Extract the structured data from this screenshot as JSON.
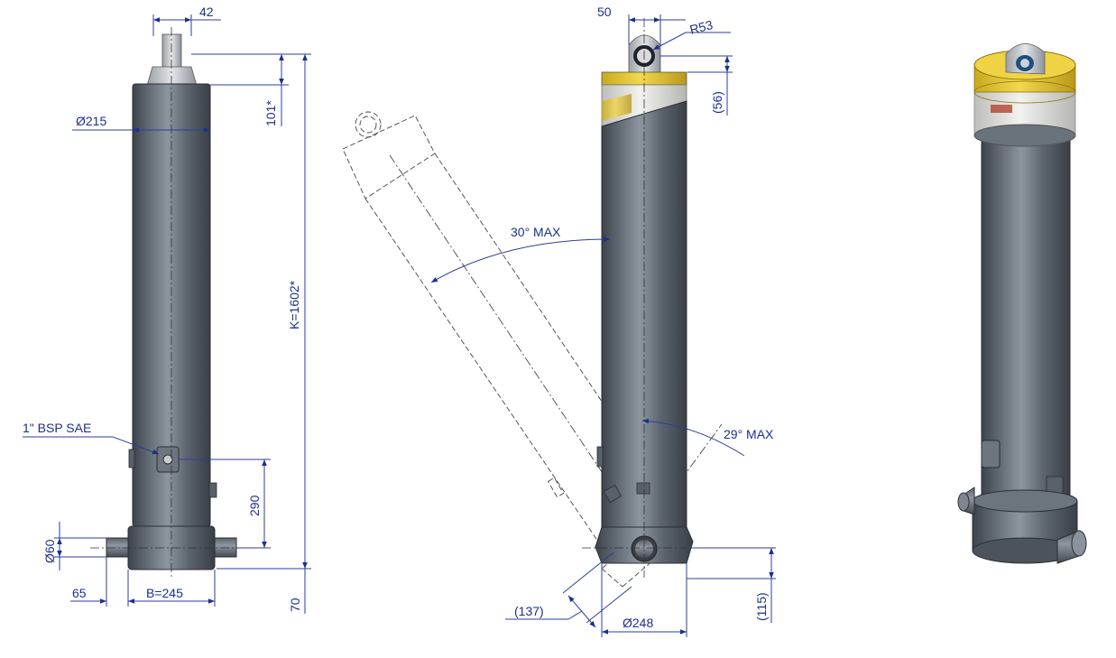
{
  "front_view": {
    "dim_top_width": "42",
    "dim_diameter": "Ø215",
    "dim_top_offset": "101*",
    "dim_overall": "K=1602*",
    "port_label": "1\" BSP SAE",
    "dim_port_height": "290",
    "dim_pin_diameter": "Ø60",
    "dim_pin_left": "65",
    "dim_base_width": "B=245",
    "dim_base_bottom": "70"
  },
  "side_view": {
    "dim_eye_width": "50",
    "dim_eye_radius": "R53",
    "dim_eye_offset": "(56)",
    "dim_tilt_forward": "30° MAX",
    "dim_tilt_back": "29° MAX",
    "dim_base_offset": "(137)",
    "dim_base_diameter": "Ø248",
    "dim_base_height": "(115)"
  },
  "colors": {
    "body": "#5b636d",
    "band_yellow": "#e2c12e",
    "band_light": "#dcdcd8",
    "dimension": "#1c2f8f"
  }
}
